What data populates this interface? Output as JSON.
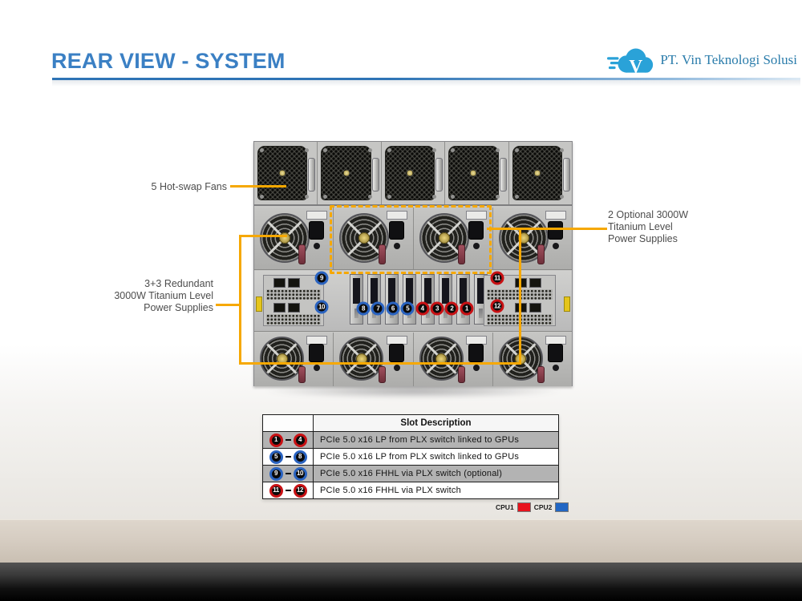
{
  "header": {
    "title": "REAR VIEW - SYSTEM",
    "brand": "PT. Vin Teknologi Solusi",
    "logo_letter": "V"
  },
  "callouts": {
    "fans": "5 Hot-swap Fans",
    "optional_psu_lines": [
      "2 Optional 3000W",
      "Titanium Level",
      "Power Supplies"
    ],
    "redundant_psu_lines": [
      "3+3 Redundant",
      "3000W Titanium Level",
      "Power Supplies"
    ]
  },
  "server": {
    "fan_count": 5,
    "psus_per_row": 4,
    "pcie_cards": 8,
    "badges": {
      "left": [
        {
          "n": "9",
          "c": "blue"
        },
        {
          "n": "10",
          "c": "blue"
        }
      ],
      "center": [
        {
          "n": "8",
          "c": "blue"
        },
        {
          "n": "7",
          "c": "blue"
        },
        {
          "n": "6",
          "c": "blue"
        },
        {
          "n": "5",
          "c": "blue"
        },
        {
          "n": "4",
          "c": "red"
        },
        {
          "n": "3",
          "c": "red"
        },
        {
          "n": "2",
          "c": "red"
        },
        {
          "n": "1",
          "c": "red"
        }
      ],
      "right": [
        {
          "n": "11",
          "c": "red"
        },
        {
          "n": "12",
          "c": "red"
        }
      ]
    }
  },
  "table": {
    "header": "Slot Description",
    "rows": [
      {
        "from": "1",
        "to": "4",
        "color": "red",
        "desc": "PCIe 5.0 x16 LP from PLX switch linked to GPUs",
        "shaded": true
      },
      {
        "from": "5",
        "to": "8",
        "color": "blue",
        "desc": "PCIe 5.0 x16 LP from PLX switch linked to GPUs",
        "shaded": false
      },
      {
        "from": "9",
        "to": "10",
        "color": "blue",
        "desc": "PCIe 5.0 x16 FHHL via PLX switch (optional)",
        "shaded": true
      },
      {
        "from": "11",
        "to": "12",
        "color": "red",
        "desc": "PCIe 5.0 x16 FHHL via PLX switch",
        "shaded": false
      }
    ]
  },
  "legend": [
    {
      "label": "CPU1",
      "color": "#e8131d"
    },
    {
      "label": "CPU2",
      "color": "#2166c4"
    }
  ],
  "colors": {
    "title": "#3b80c4",
    "accent_line": "#2e74b5",
    "callout": "#f6a800",
    "badge_red": "#c81114",
    "badge_blue": "#2a63c0",
    "brand_blue": "#2aa2d8",
    "table_shaded": "#b3b3b3"
  }
}
